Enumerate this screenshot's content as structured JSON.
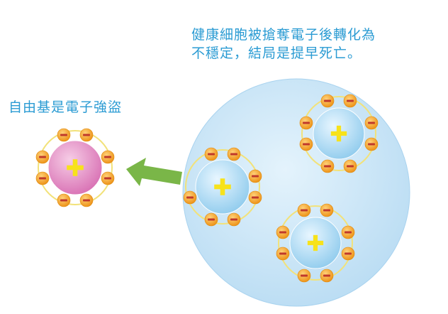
{
  "captions": {
    "healthy_cell": {
      "line1": "健康細胞被搶奪電子後轉化為",
      "line2": "不穩定，結局是提早死亡。"
    },
    "free_radical": "自由基是電子強盜"
  },
  "symbols": {
    "electron": "−",
    "nucleus": "+"
  },
  "colors": {
    "caption_text": "#2a9bd3",
    "cell_fill": "#c9e6f8",
    "electron_orange": "#f3a21f",
    "electron_minus": "#c0392b",
    "nucleus_plus": "#f7e21b",
    "free_radical_core": "#e087c2",
    "arrow_green": "#7ab648",
    "orbit_yellow": "#f2e27a"
  }
}
